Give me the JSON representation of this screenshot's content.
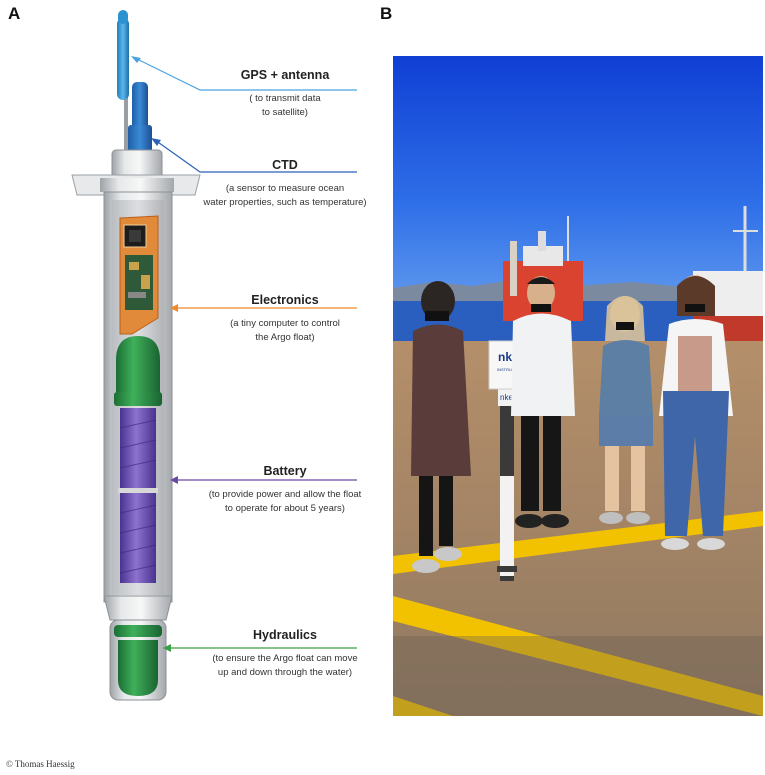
{
  "panel_a": {
    "letter": "A",
    "labels": [
      {
        "key": "gps",
        "title": "GPS + antenna",
        "desc": [
          "( to transmit data",
          "to satellite)"
        ],
        "color": "#4aa3df"
      },
      {
        "key": "ctd",
        "title": "CTD",
        "desc": [
          "(a sensor to measure ocean",
          "water properties, such as temperature)"
        ],
        "color": "#2a62b8"
      },
      {
        "key": "electronics",
        "title": "Electronics",
        "desc": [
          "(a tiny computer to control",
          "the Argo float)"
        ],
        "color": "#f08a2c"
      },
      {
        "key": "battery",
        "title": "Battery",
        "desc": [
          "(to provide power and allow the float",
          "to operate for about 5 years)"
        ],
        "color": "#6a4aa5"
      },
      {
        "key": "hydraulics",
        "title": "Hydraulics",
        "desc": [
          "(to ensure the Argo float can move",
          "up and down through the water)"
        ],
        "color": "#3aa043"
      }
    ],
    "credit": "© Thomas Haessig"
  },
  "panel_b": {
    "letter": "B",
    "float_logo": "nke",
    "float_logo_sub": "INSTRUMENTATION"
  }
}
